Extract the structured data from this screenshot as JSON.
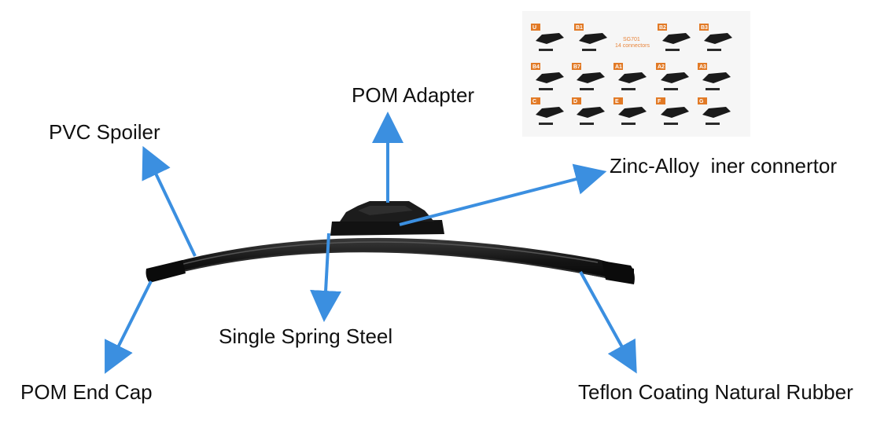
{
  "colors": {
    "arrow": "#3b8fe0",
    "blade": "#151515",
    "blade_highlight": "#3a3a3a",
    "tag": "#e27a26"
  },
  "labels": {
    "pom_adapter": "POM Adapter",
    "pvc_spoiler": "PVC Spoiler",
    "zinc_alloy": "Zinc-Alloy  iner connertor",
    "single_spring": "Single Spring Steel",
    "pom_end_cap": "POM End Cap",
    "teflon_rubber": "Teflon Coating Natural Rubber"
  },
  "connector_kit": {
    "title": "SG701",
    "subtitle": "14 connectors",
    "tags": [
      "U",
      "B1",
      "B2",
      "B3",
      "B4",
      "B7",
      "A1",
      "A2",
      "A3",
      "C",
      "D",
      "E",
      "F",
      "G"
    ]
  }
}
